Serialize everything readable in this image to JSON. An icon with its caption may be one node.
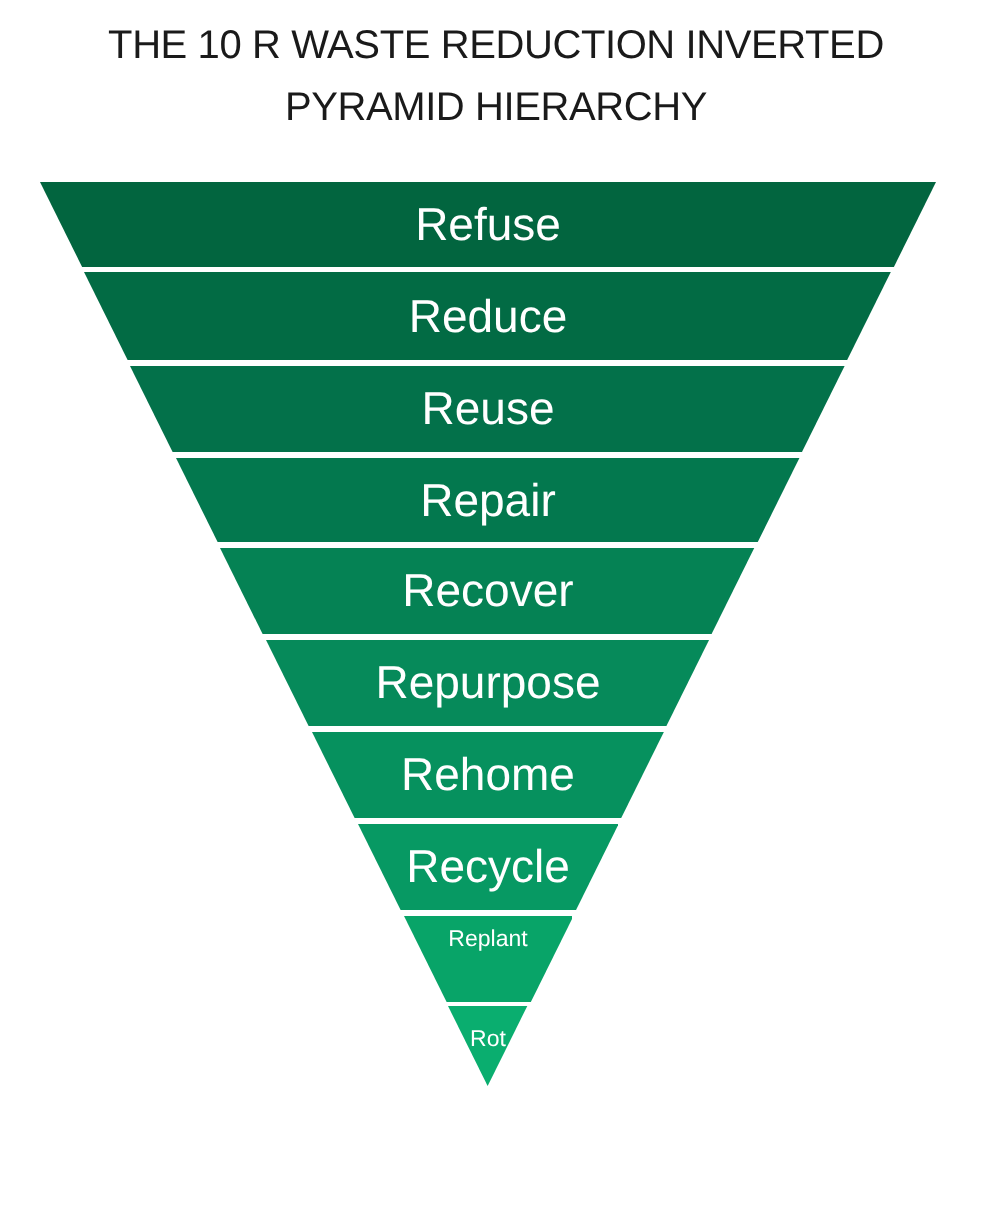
{
  "diagram": {
    "title": "THE 10 R WASTE REDUCTION INVERTED PYRAMID HIERARCHY",
    "nodes": [
      {
        "text": [
          "Refuse"
        ]
      },
      {
        "text": [
          "Reduce"
        ]
      },
      {
        "text": [
          "Reuse"
        ]
      },
      {
        "text": [
          "Repair"
        ]
      },
      {
        "text": [
          "Recover"
        ]
      },
      {
        "text": [
          "Repurpose"
        ]
      },
      {
        "text": [
          "Rehome"
        ]
      },
      {
        "text": [
          "Recycle"
        ]
      },
      {
        "text": [
          "Replant"
        ]
      },
      {
        "text": [
          "Rot"
        ]
      }
    ]
  }
}
